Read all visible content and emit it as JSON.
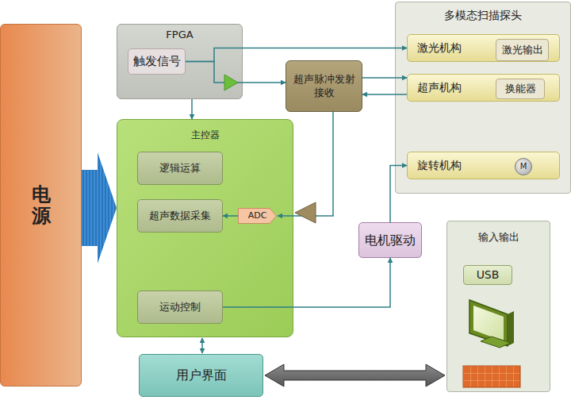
{
  "diagram": {
    "nodes": [
      {
        "text": [
          "电源"
        ]
      },
      {
        "text": [
          "FPGA"
        ]
      },
      {
        "text": [
          "触发信号"
        ],
        "in": 1
      },
      {
        "text": [
          "多模态扫描探头"
        ]
      },
      {
        "text": [
          "激光机构"
        ],
        "in": 3
      },
      {
        "text": [
          "激光输出"
        ],
        "in": 4
      },
      {
        "text": [
          "超声机构"
        ],
        "in": 3
      },
      {
        "text": [
          "换能器"
        ],
        "in": 6
      },
      {
        "text": [
          "旋转机构"
        ],
        "in": 3
      },
      {
        "text": [
          "M"
        ],
        "in": 8
      },
      {
        "text": [
          "超声脉冲发射接收"
        ]
      },
      {
        "text": [
          "主控器"
        ]
      },
      {
        "text": [
          "逻辑运算"
        ],
        "in": 11
      },
      {
        "text": [
          "超声数据采集"
        ],
        "in": 11
      },
      {
        "text": [
          "ADC"
        ],
        "in": 11
      },
      {
        "text": [
          "运动控制"
        ],
        "in": 11
      },
      {
        "text": [
          "电机驱动"
        ]
      },
      {
        "text": [
          "输入输出"
        ]
      },
      {
        "text": [
          "USB"
        ],
        "in": 17
      },
      {
        "text": [
          "用户界面"
        ]
      }
    ],
    "edges": [
      {
        "from": 2,
        "to": 4,
        "arrow": "to"
      },
      {
        "from": 2,
        "to": 10,
        "arrow": "to"
      },
      {
        "from": 1,
        "to": 11,
        "arrow": "to"
      },
      {
        "from": 10,
        "to": 6,
        "arrow": "to"
      },
      {
        "from": 6,
        "to": 10,
        "arrow": "to"
      },
      {
        "from": 10,
        "to": 14,
        "arrow": "to"
      },
      {
        "from": 14,
        "to": 13,
        "arrow": "to"
      },
      {
        "from": 15,
        "to": 16,
        "arrow": "to"
      },
      {
        "from": 16,
        "to": 8,
        "arrow": "to"
      },
      {
        "from": 11,
        "to": 19,
        "arrow": "both"
      },
      {
        "from": 19,
        "to": 17,
        "arrow": "both"
      },
      {
        "from": 0,
        "to": 11,
        "arrow": "to"
      }
    ]
  }
}
